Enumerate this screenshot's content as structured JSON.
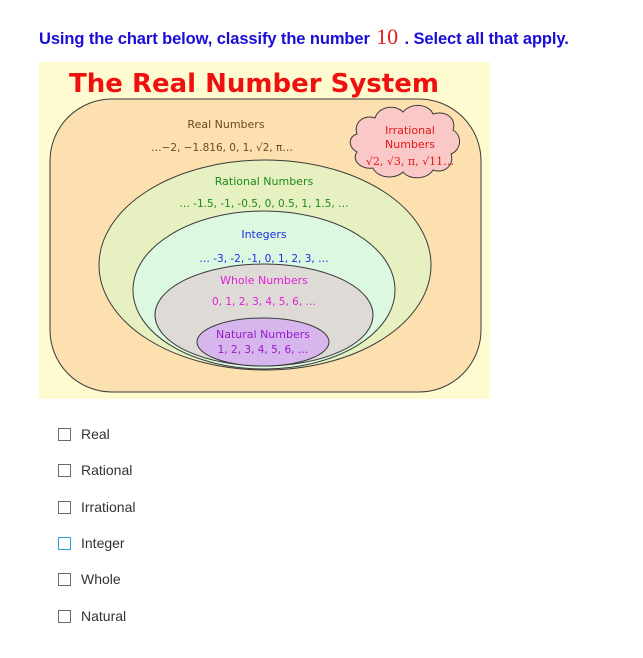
{
  "question": {
    "prefix": "Using the chart below, classify the number",
    "number": "10",
    "suffix": ". Select all that apply."
  },
  "chart": {
    "title": "The Real Number System",
    "colors": {
      "background": "#fffbd0",
      "title": "#ef1010",
      "real_fill": "#fde0b0",
      "rational_fill": "#e6f0c0",
      "integer_fill": "#dcf8e0",
      "whole_fill": "#dedbd6",
      "natural_fill": "#d6b6ec",
      "irrational_fill": "#fbc8c8",
      "stroke": "#3a3a3a"
    },
    "sets": [
      {
        "name": "Real Numbers",
        "examples": "…−2,  −1.816,  0,  1,  √2,  π…",
        "color": "#6a4a22"
      },
      {
        "name": "Irrational Numbers",
        "name_line1": "Irrational",
        "name_line2": "Numbers",
        "examples": "√2,  √3,  π,  √11…",
        "color": "#e01818"
      },
      {
        "name": "Rational Numbers",
        "examples": "… -1.5, -1, -0.5, 0, 0.5, 1, 1.5, …",
        "color": "#1e8a1e"
      },
      {
        "name": "Integers",
        "examples": "… -3, -2, -1,  0,  1, 2, 3, …",
        "color": "#1a2ee0"
      },
      {
        "name": "Whole Numbers",
        "examples": "0,  1, 2, 3, 4, 5, 6, …",
        "color": "#e020d8"
      },
      {
        "name": "Natural Numbers",
        "examples": "1, 2, 3, 4, 5, 6, …",
        "color": "#9a18c8"
      }
    ]
  },
  "options": [
    {
      "label": "Real",
      "checked": false,
      "focused": false
    },
    {
      "label": "Rational",
      "checked": false,
      "focused": false
    },
    {
      "label": "Irrational",
      "checked": false,
      "focused": false
    },
    {
      "label": "Integer",
      "checked": false,
      "focused": true
    },
    {
      "label": "Whole",
      "checked": false,
      "focused": false
    },
    {
      "label": "Natural",
      "checked": false,
      "focused": false
    }
  ]
}
